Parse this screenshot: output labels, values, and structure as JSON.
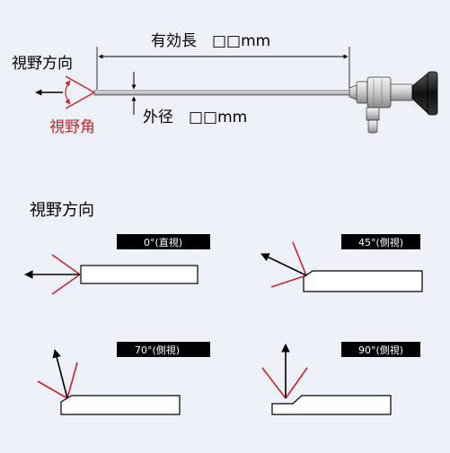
{
  "colors": {
    "background": "#eef0f7",
    "line": "#000000",
    "accent_red": "#c8252b",
    "label_bg": "#000000",
    "label_text": "#ffffff"
  },
  "top": {
    "view_direction_label": "視野方向",
    "field_angle_label": "視野角",
    "working_length_label": "有効長　□□mm",
    "outer_diameter_label": "外径　□□mm"
  },
  "section": {
    "title": "視野方向"
  },
  "variants": [
    {
      "label": "0°(直視)"
    },
    {
      "label": "45°(側視)"
    },
    {
      "label": "70°(側視)"
    },
    {
      "label": "90°(側視)"
    }
  ]
}
